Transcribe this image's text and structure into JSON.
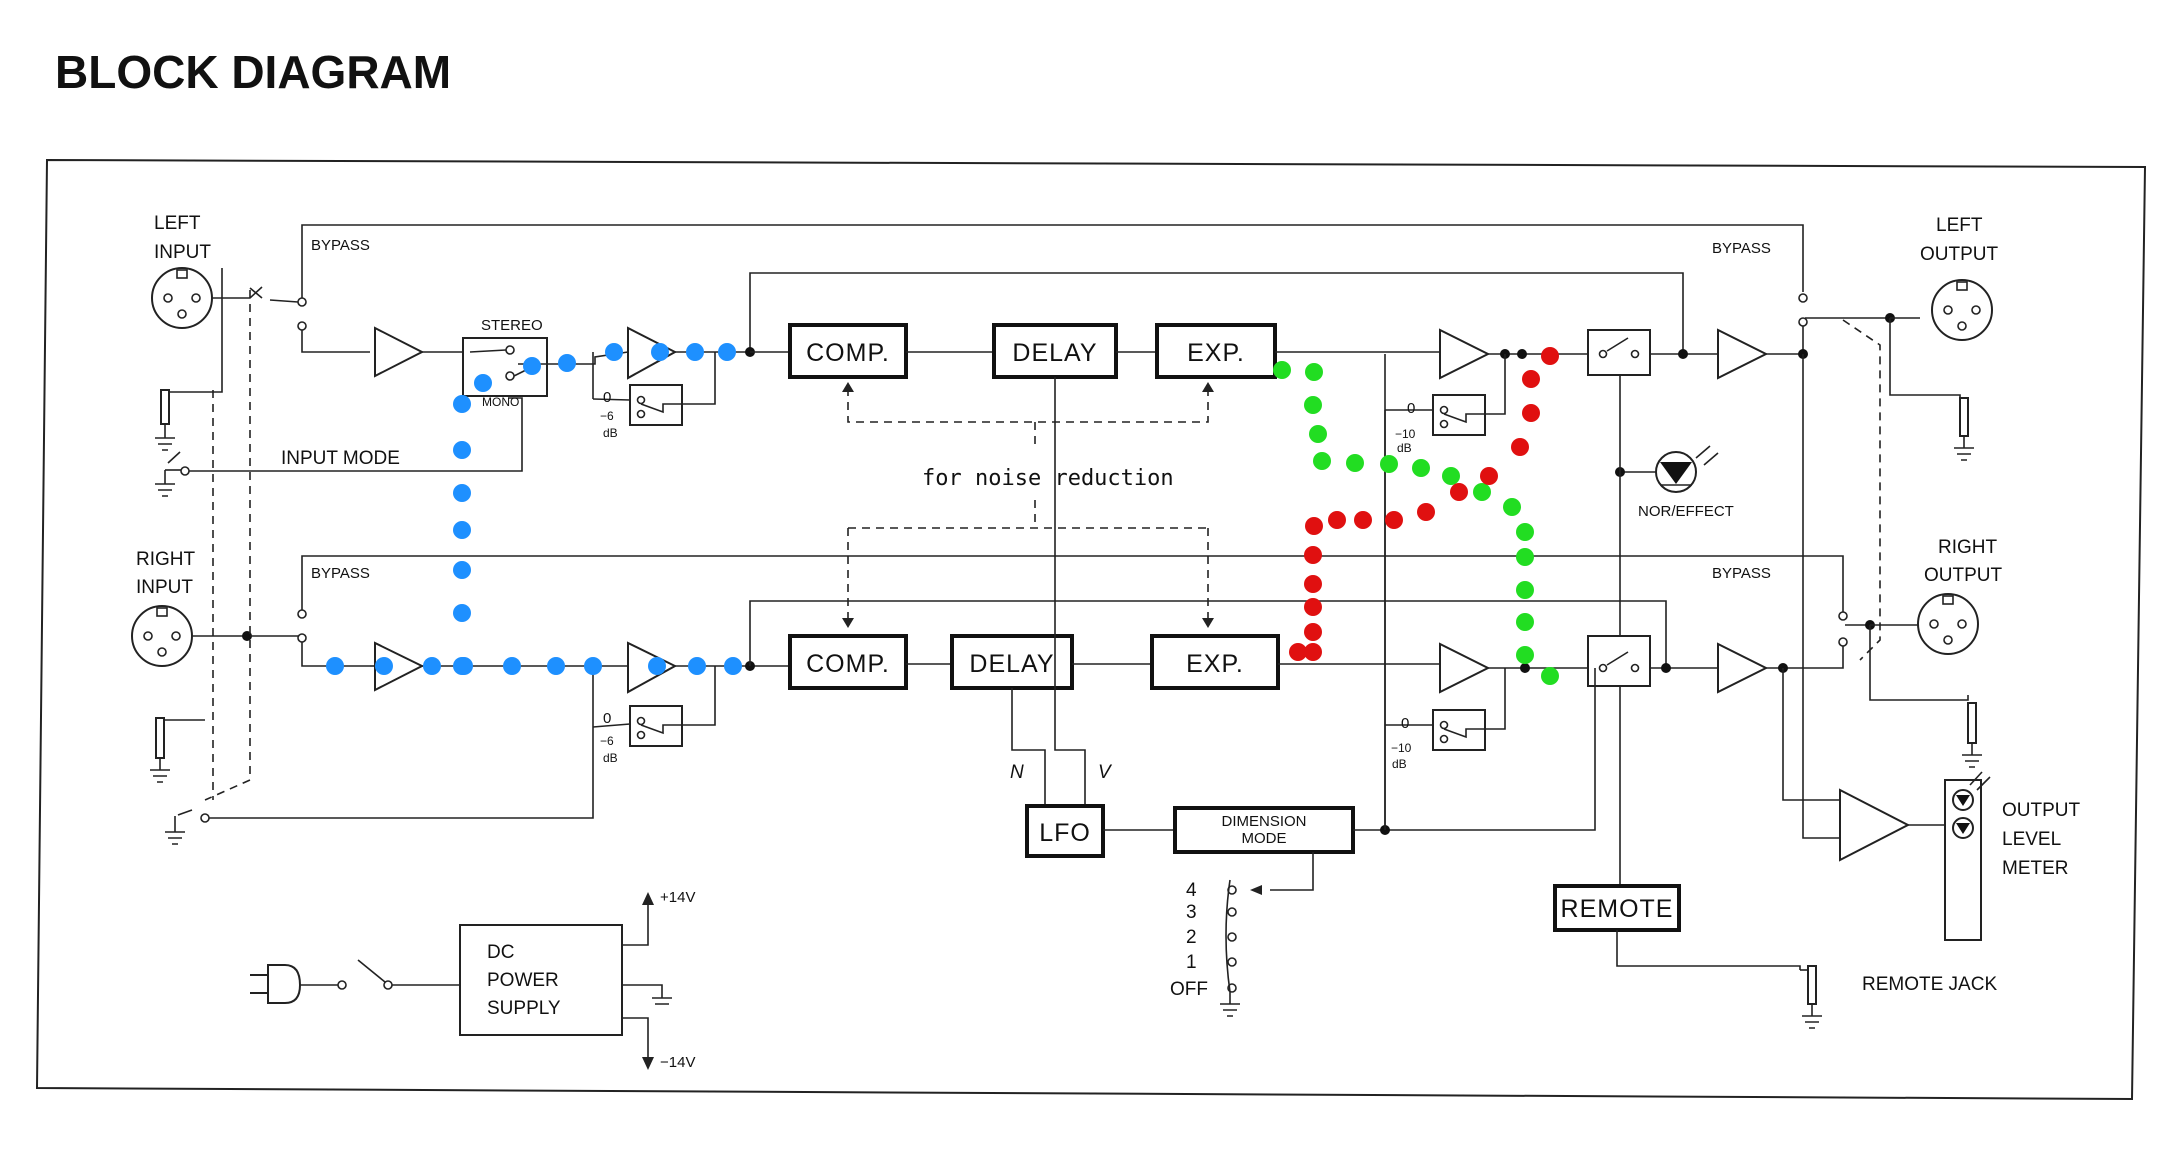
{
  "title": "BLOCK DIAGRAM",
  "inputs": {
    "left": [
      "LEFT",
      "INPUT"
    ],
    "right": [
      "RIGHT",
      "INPUT"
    ]
  },
  "outputs": {
    "left": [
      "LEFT",
      "OUTPUT"
    ],
    "right": [
      "RIGHT",
      "OUTPUT"
    ]
  },
  "switches": {
    "bypass": "BYPASS",
    "stereo": "STEREO",
    "mono": "MONO",
    "input_mode": "INPUT MODE"
  },
  "blocks": {
    "comp": "COMP.",
    "delay": "DELAY",
    "exp": "EXP.",
    "lfo": "LFO",
    "dimension_mode": [
      "DIMENSION",
      "MODE"
    ],
    "remote": "REMOTE",
    "dc_power_supply": [
      "DC",
      "POWER",
      "SUPPLY"
    ]
  },
  "annotations": {
    "noise_reduction": "for noise reduction",
    "nor_effect": "NOR/EFFECT",
    "output_level_meter": [
      "OUTPUT",
      "LEVEL",
      "METER"
    ],
    "remote_jack": "REMOTE JACK",
    "pos_supply": "+14V",
    "neg_supply": "−14V",
    "gain_6db": [
      "0",
      "−6",
      "dB"
    ],
    "gain_10db": [
      "0",
      "−10",
      "dB"
    ],
    "lfo_wave_a": "N",
    "lfo_wave_b": "V"
  },
  "dimension_positions": [
    "4",
    "3",
    "2",
    "1",
    "OFF"
  ],
  "signal_path_colors": {
    "blue": "#1e90ff",
    "green": "#22dd22",
    "red": "#e01010"
  }
}
